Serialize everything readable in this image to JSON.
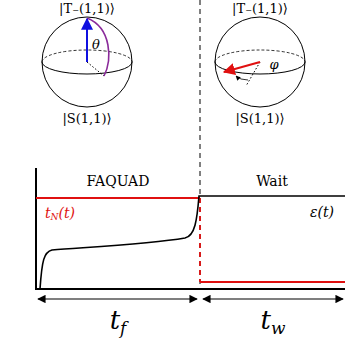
{
  "diagram": {
    "labels": [
      "|T₋(1,1)⟩",
      "θ",
      "|S(1,1)⟩",
      "|T₋(1,1)⟩",
      "φ",
      "|S(1,1)⟩",
      "FAQUAD",
      "Wait",
      "tN(t)",
      "ε(t)",
      "tf",
      "tw"
    ]
  }
}
